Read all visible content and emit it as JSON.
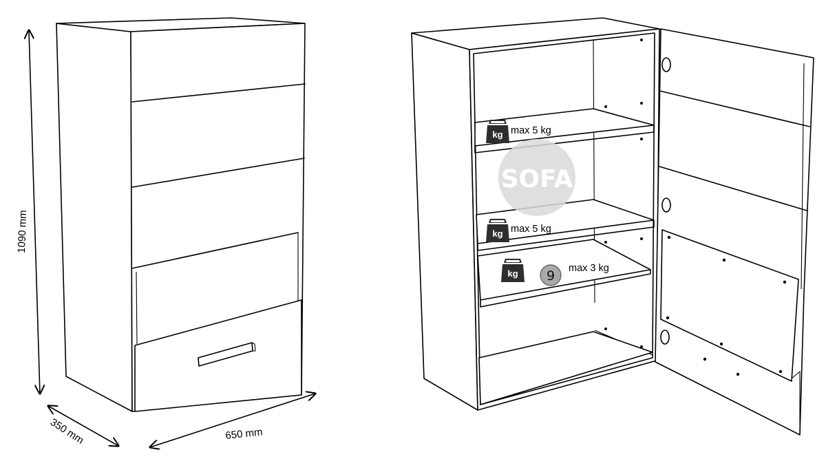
{
  "dimensions": {
    "height": "1090 mm",
    "width": "650 mm",
    "depth": "350 mm"
  },
  "shelves": [
    {
      "load": "max 5 kg",
      "weight_icon": "kg"
    },
    {
      "load": "max 5 kg",
      "weight_icon": "kg"
    },
    {
      "load": "max 3 kg",
      "weight_icon": "kg",
      "badge": "9"
    }
  ],
  "watermark": "SOFA",
  "colors": {
    "line": "#000000",
    "watermark_circle": "#d9d9d9",
    "weight_icon": "#2e2e2e",
    "badge": "#a9a9a9"
  }
}
